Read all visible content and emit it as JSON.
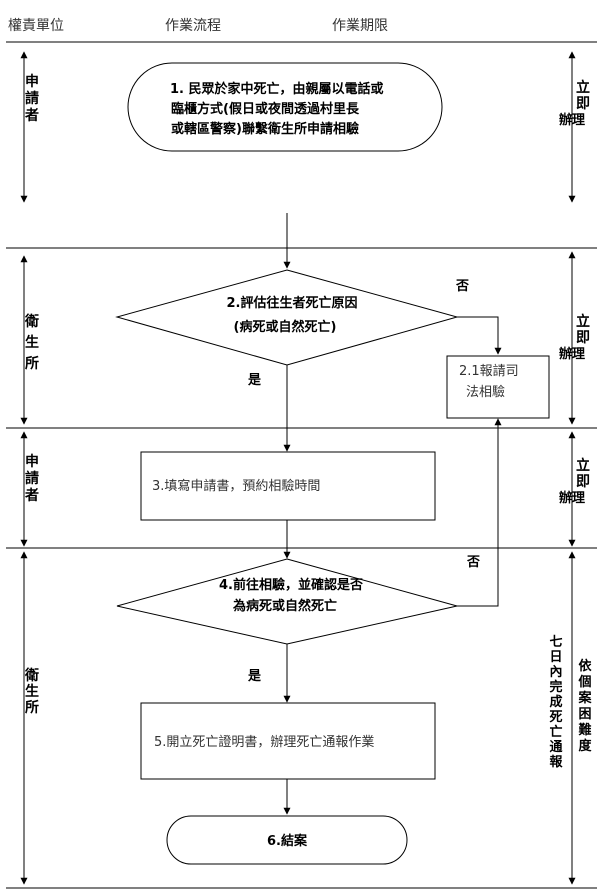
{
  "header": {
    "col_unit": "權責單位",
    "col_flow": "作業流程",
    "col_deadline": "作業期限"
  },
  "responsible": {
    "sec1": "申請者",
    "sec2": "衛生所",
    "sec3": "申請者",
    "sec4": "衛生所"
  },
  "deadlines": {
    "sec1": [
      "立",
      "即",
      "辦理"
    ],
    "sec2": [
      "立",
      "即",
      "辦理"
    ],
    "sec3": [
      "立",
      "即",
      "辦理"
    ],
    "sec4_col1": "七日內完成死亡通報",
    "sec4_col2": "依個案困難度"
  },
  "steps": {
    "step1": [
      "1.  民眾於家中死亡，由親屬以電話或",
      "臨櫃方式(假日或夜間透過村里長",
      "或轄區警察)聯繫衛生所申請相驗"
    ],
    "step2": [
      "2.評估往生者死亡原因",
      "(病死或自然死亡)"
    ],
    "step2_1": [
      "2.1報請司",
      "法相驗"
    ],
    "step3": "3.填寫申請書，預約相驗時間",
    "step4": [
      "4.前往相驗，並確認是否",
      "為病死或自然死亡"
    ],
    "step5": "5.開立死亡證明書，辦理死亡通報作業",
    "step6": "6.結案"
  },
  "branch_labels": {
    "no_1": "否",
    "yes_1": "是",
    "no_2": "否",
    "yes_2": "是"
  }
}
